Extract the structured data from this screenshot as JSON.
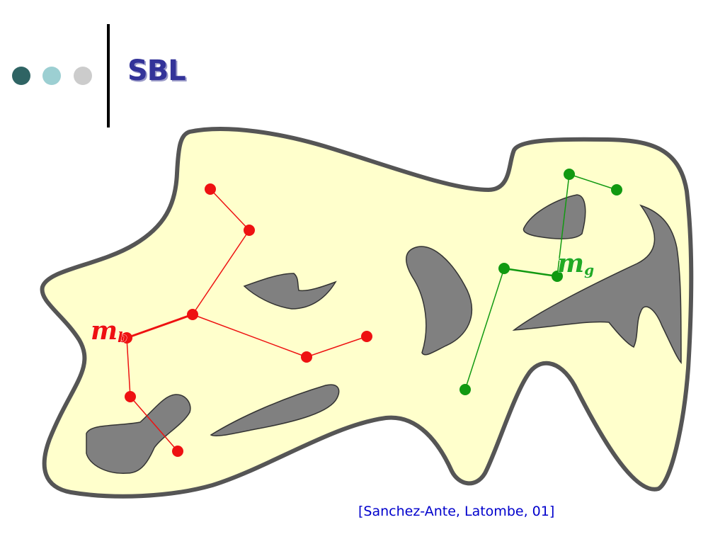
{
  "slide": {
    "title": "SBL",
    "citation": "[Sanchez-Ante, Latombe, 01]"
  },
  "diagram": {
    "start_tree": {
      "label_main": "m",
      "label_sub": "b",
      "color": "#ee1111"
    },
    "goal_tree": {
      "label_main": "m",
      "label_sub": "g",
      "color": "#119911"
    },
    "free_space_color": "#ffffcc",
    "obstacle_color": "#808080",
    "outline_color": "#555555"
  },
  "bullets": {
    "colors": [
      "#2f6464",
      "#9ccfd2",
      "#cccccc"
    ]
  }
}
